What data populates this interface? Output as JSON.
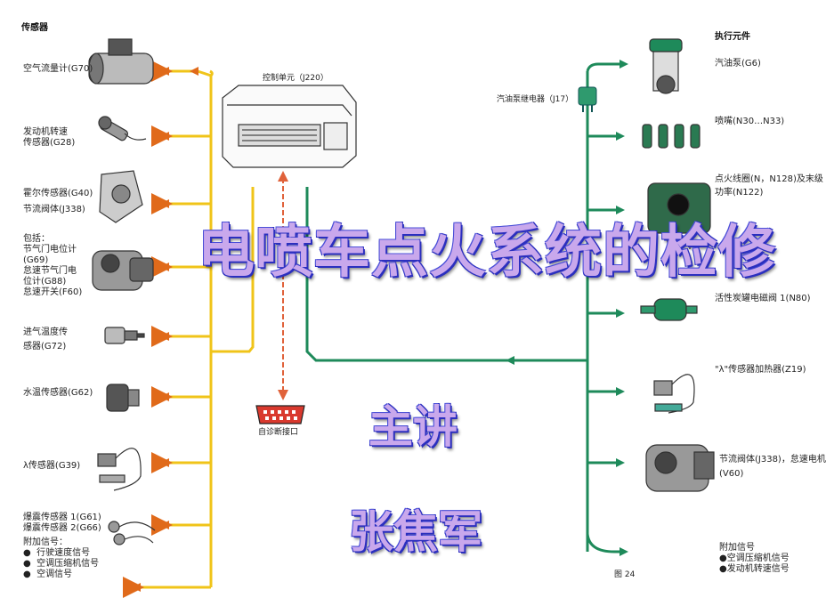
{
  "sensors_header": "传感器",
  "actuators_header": "执行元件",
  "ecu_label": "控制单元（J220）",
  "diag_label": "自诊断接口",
  "relay_label": "汽油泵继电器（J17）",
  "figure_label": "图 24",
  "title": "电喷车点火系统的检修",
  "presenter_label": "主讲",
  "presenter_name": "张焦军",
  "sensors": [
    {
      "lines": [
        "空气流量计(G70)"
      ]
    },
    {
      "lines": [
        "发动机转速",
        "传感器(G28)"
      ]
    },
    {
      "lines": [
        "霍尔传感器(G40)",
        "节流阀体(J338)"
      ]
    },
    {
      "lines": [
        "包括：",
        "节气门电位计",
        "(G69)",
        "怠速节气门电",
        "位计(G88)",
        "怠速开关(F60)"
      ]
    },
    {
      "lines": [
        "进气温度传",
        "感器(G72)"
      ]
    },
    {
      "lines": [
        "水温传感器(G62)"
      ]
    },
    {
      "lines": [
        "λ传感器(G39)"
      ]
    },
    {
      "lines": [
        "爆震传感器 1(G61)",
        "爆震传感器 2(G66)"
      ]
    }
  ],
  "sensor_extra": {
    "title": "附加信号：",
    "items": [
      "行驶速度信号",
      "空调压缩机信号",
      "空调信号"
    ]
  },
  "actuators": [
    {
      "lines": [
        "汽油泵(G6)"
      ]
    },
    {
      "lines": [
        "喷嘴(N30…N33)"
      ]
    },
    {
      "lines": [
        "点火线圈(N，N128)及末级",
        "功率(N122)"
      ]
    },
    {
      "lines": [
        "活性炭罐电磁阀 1(N80)"
      ]
    },
    {
      "lines": [
        "\"λ\"传感器加热器(Z19)"
      ]
    },
    {
      "lines": [
        "节流阀体(J338)，怠速电机",
        "(V60)"
      ]
    }
  ],
  "actuator_extra": {
    "title": "附加信号",
    "items": [
      "空调压缩机信号",
      "发动机转速信号"
    ]
  },
  "colors": {
    "sensor_wire": "#f0c419",
    "sensor_arrow": "#e06a1a",
    "actuator_wire": "#1e8a5a",
    "signal_arrow": "#e0623a",
    "title_fill": "#c9a8ec",
    "title_outline": "#2b2fbf"
  }
}
